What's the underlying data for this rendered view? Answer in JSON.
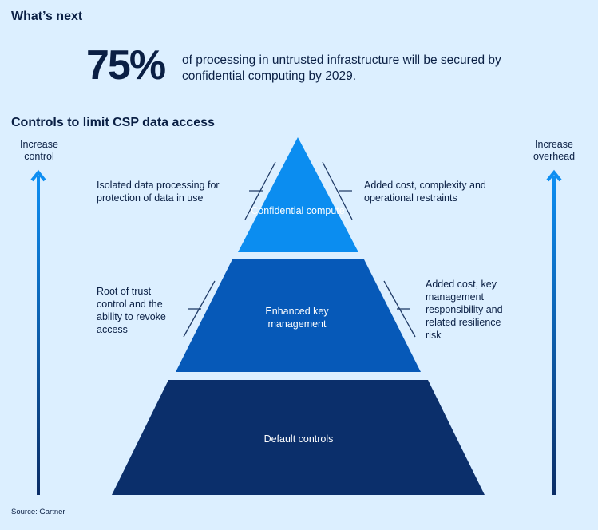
{
  "header": {
    "title": "What’s next"
  },
  "stat": {
    "value": "75%",
    "text": "of processing in untrusted infrastructure will be secured by confidential computing by 2029."
  },
  "diagram": {
    "title": "Controls to limit CSP data access",
    "left_axis": "Increase control",
    "right_axis": "Increase overhead",
    "tiers": [
      {
        "label": "Confidential compute",
        "color": "#0b8df0",
        "left_note": "Isolated data processing for protection of data in use",
        "right_note": "Added cost, complexity and operational restraints"
      },
      {
        "label": "Enhanced key management",
        "color": "#0659b8",
        "left_note": "Root of trust control and the ability to revoke access",
        "right_note": "Added cost, key management responsibility and related resilience risk"
      },
      {
        "label": "Default controls",
        "color": "#0b2f6b"
      }
    ]
  },
  "footer": {
    "source": "Source: Gartner"
  }
}
